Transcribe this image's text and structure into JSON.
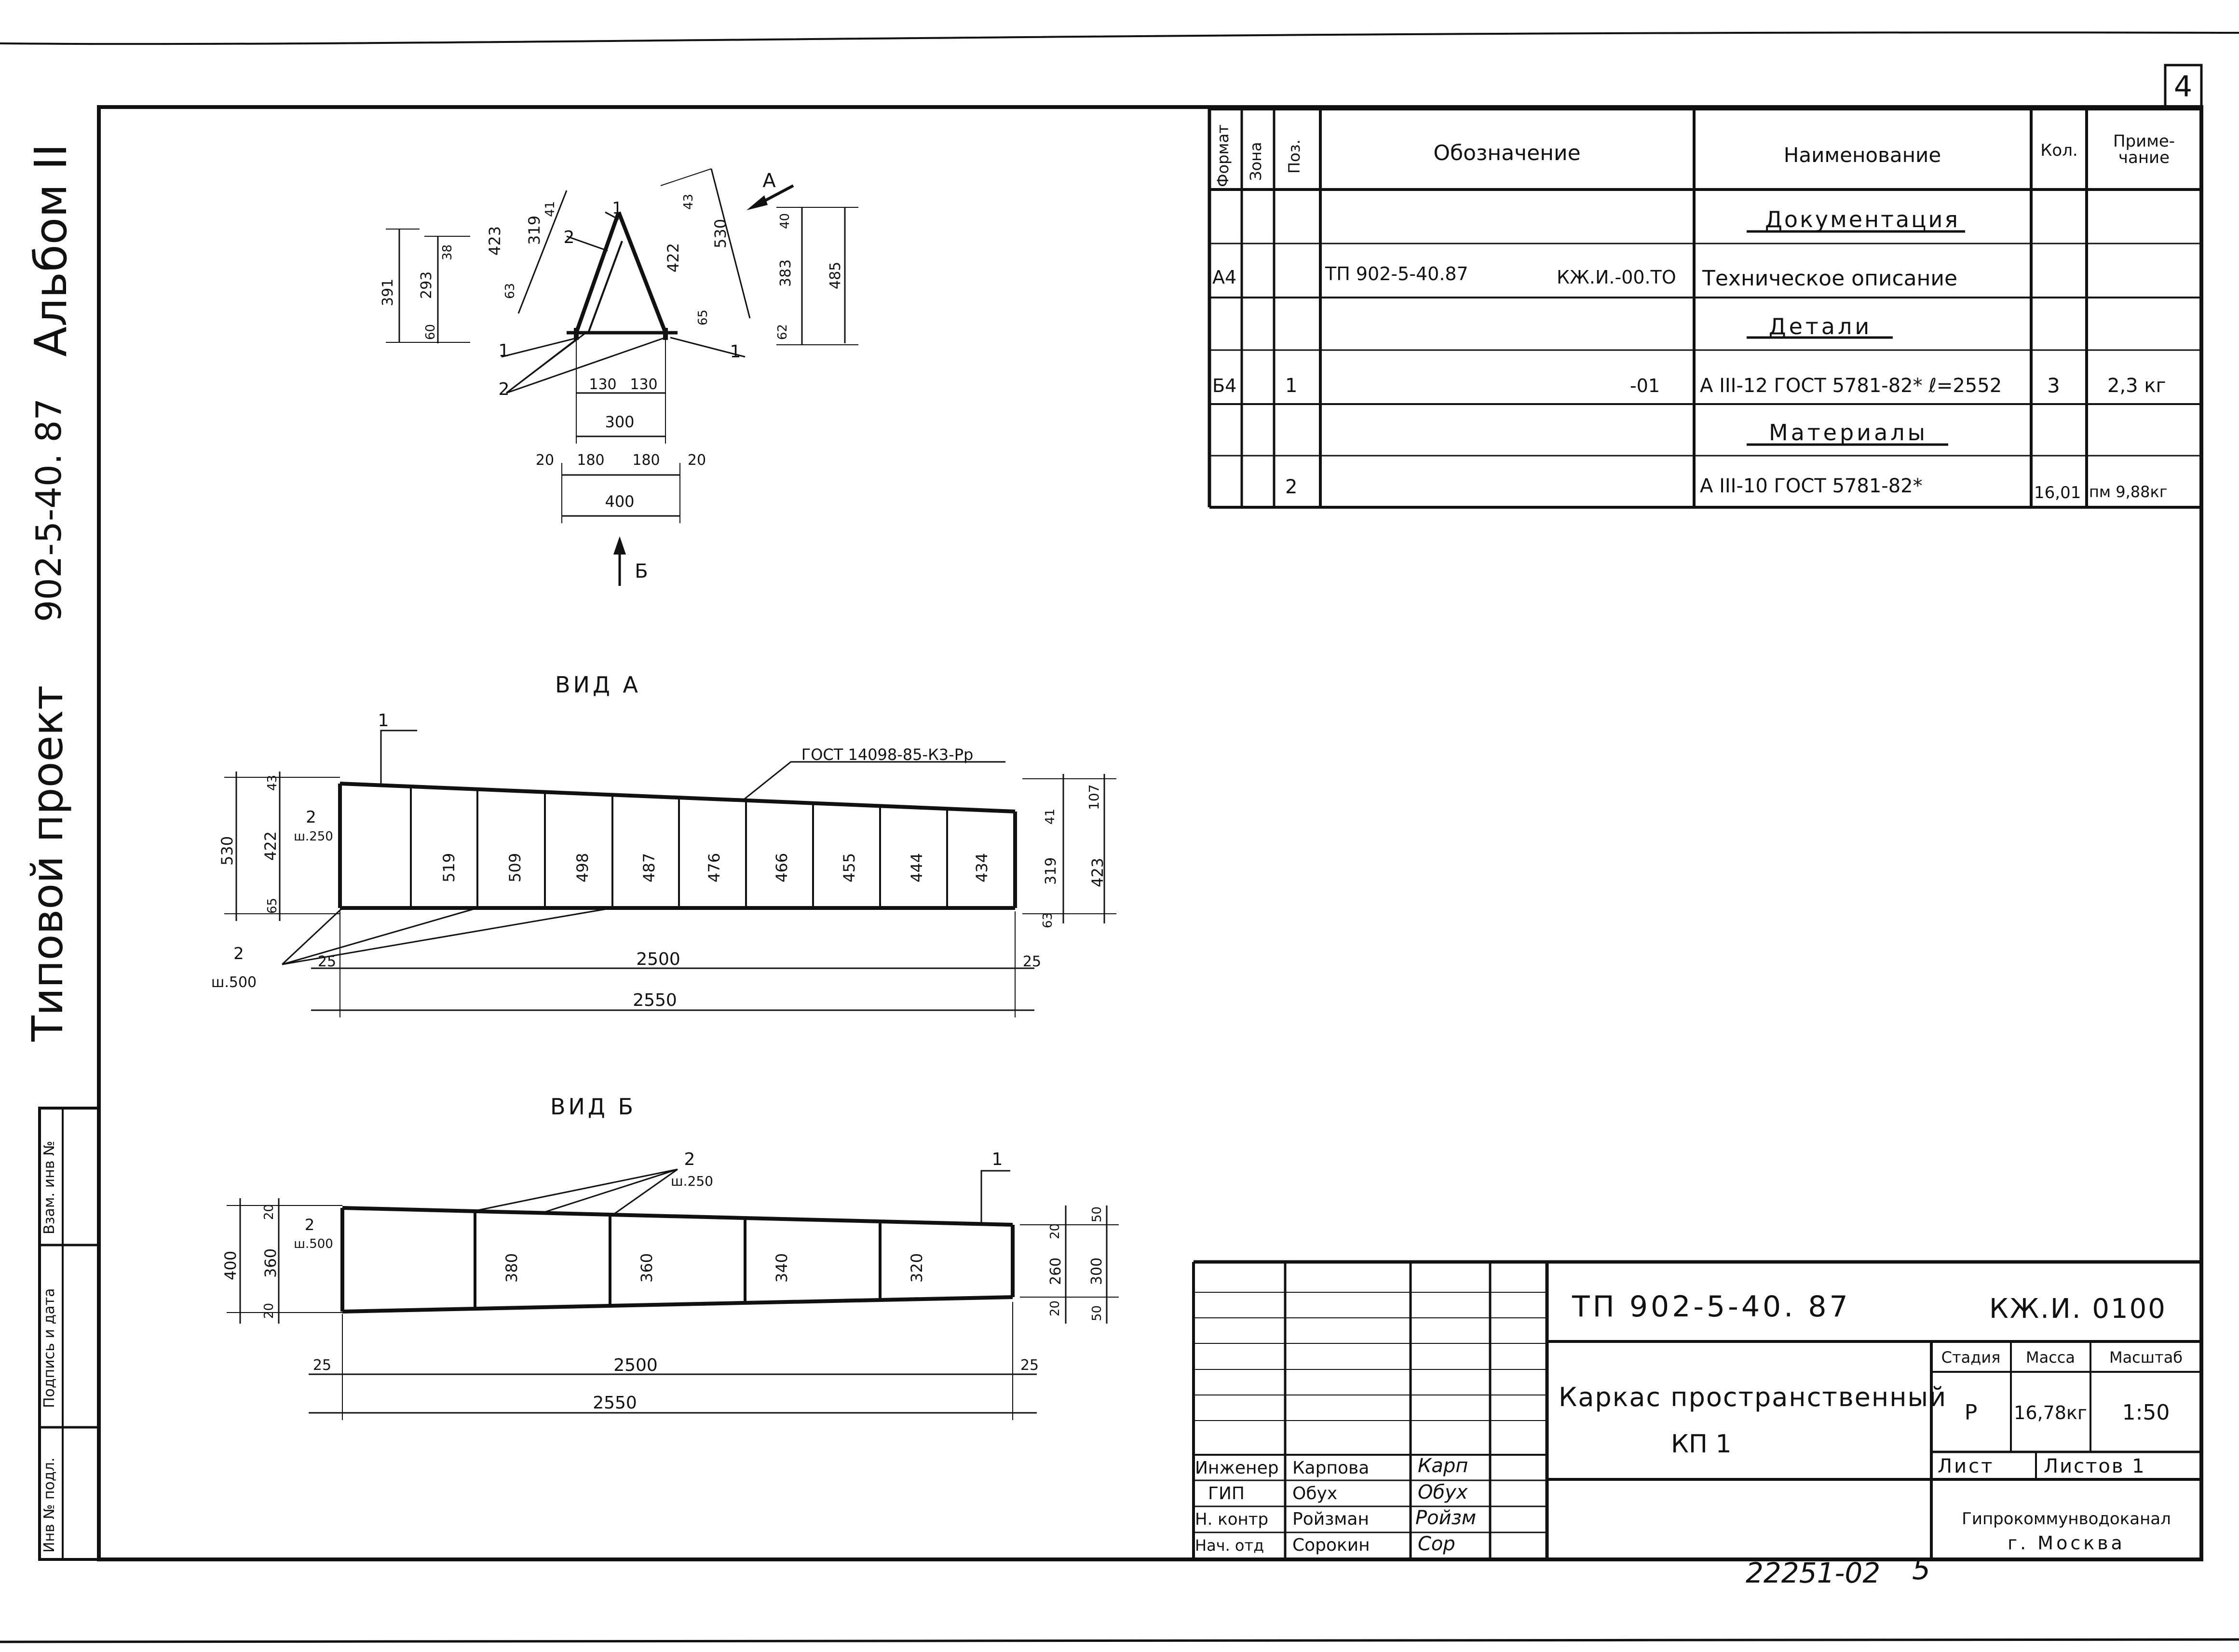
{
  "sheet_number": "4",
  "side_stamp": {
    "album": "Альбом II",
    "project_code": "902-5-40. 87",
    "project_type": "Типовой проект",
    "cells": [
      "Взам. инв №",
      "Подпись и дата",
      "Инв № подл."
    ]
  },
  "spec": {
    "headers": {
      "format": "Формат",
      "zone": "Зона",
      "pos": "Поз.",
      "designation": "Обозначение",
      "name": "Наименование",
      "qty": "Кол.",
      "note": "Приме-\nчание"
    },
    "sections": {
      "docs": "Документация",
      "details": "Детали",
      "materials": "Материалы"
    },
    "rows": [
      {
        "format": "А4",
        "pos": "",
        "code": "ТП 902-5-40.87",
        "code2": "КЖ.И.-00.ТО",
        "name": "Техническое описание",
        "qty": "",
        "note": ""
      },
      {
        "format": "Б4",
        "pos": "1",
        "code": "",
        "code2": "-01",
        "name": "А III-12 ГОСТ 5781-82* ℓ=2552",
        "qty": "3",
        "note": "2,3 кг"
      },
      {
        "format": "",
        "pos": "2",
        "code": "",
        "code2": "",
        "name": "А III-10 ГОСТ 5781-82*",
        "qty": "16,01",
        "note": "пм 9,88кг"
      }
    ]
  },
  "section_drawing": {
    "leaders": [
      "1",
      "2",
      "1",
      "1",
      "2"
    ],
    "dims": [
      "423",
      "319",
      "41",
      "63",
      "43",
      "422",
      "530",
      "65",
      "391",
      "293",
      "38",
      "60",
      "383",
      "485",
      "40",
      "62",
      "130",
      "130",
      "300",
      "20",
      "180",
      "180",
      "20",
      "400"
    ],
    "arrow_a": "А",
    "arrow_b": "Б"
  },
  "view_a": {
    "title": "ВИД А",
    "gost": "ГОСТ 14098-85-К3-Рр",
    "pos1": "1",
    "pos2_label": "2",
    "pos2_step": "ш.250",
    "pos2b_label": "2",
    "pos2b_step": "ш.500",
    "left_dims": [
      "530",
      "422",
      "43",
      "65"
    ],
    "right_dims": [
      "107",
      "423",
      "319",
      "41",
      "63"
    ],
    "posts": [
      "519",
      "509",
      "498",
      "487",
      "476",
      "466",
      "455",
      "444",
      "434"
    ],
    "bottom_dims": [
      "25",
      "2500",
      "25",
      "2550"
    ]
  },
  "view_b": {
    "title": "ВИД Б",
    "pos2_label": "2",
    "pos2_step": "ш.250",
    "pos1": "1",
    "pos2b_label": "2",
    "pos2b_step": "ш.500",
    "left_dims": [
      "400",
      "360",
      "20",
      "20"
    ],
    "right_dims": [
      "260",
      "300",
      "20",
      "20",
      "50",
      "50"
    ],
    "posts": [
      "380",
      "360",
      "340",
      "320"
    ],
    "bottom_dims": [
      "25",
      "2500",
      "25",
      "2550"
    ]
  },
  "title_block": {
    "code_left": "ТП 902-5-40. 87",
    "code_right": "КЖ.И. 0100",
    "title": "Каркас пространственный",
    "subtitle": "КП 1",
    "stage_h": "Стадия",
    "mass_h": "Масса",
    "scale_h": "Масштаб",
    "stage": "Р",
    "mass": "16,78кг",
    "scale": "1:50",
    "sheet_h": "Лист",
    "sheets_h": "Листов 1",
    "org": "Гипрокоммунводоканал",
    "city": "г. Москва",
    "people": [
      {
        "role": "Инженер",
        "name": "Карпова",
        "sign": "Карп"
      },
      {
        "role": "ГИП",
        "name": "Обух",
        "sign": "Обух"
      },
      {
        "role": "Н. контр",
        "name": "Ройзман",
        "sign": "Ройзм"
      },
      {
        "role": "Нач. отд",
        "name": "Сорокин",
        "sign": "Сор"
      }
    ]
  },
  "footer_stamp": "22251-02",
  "footer_num": "5"
}
